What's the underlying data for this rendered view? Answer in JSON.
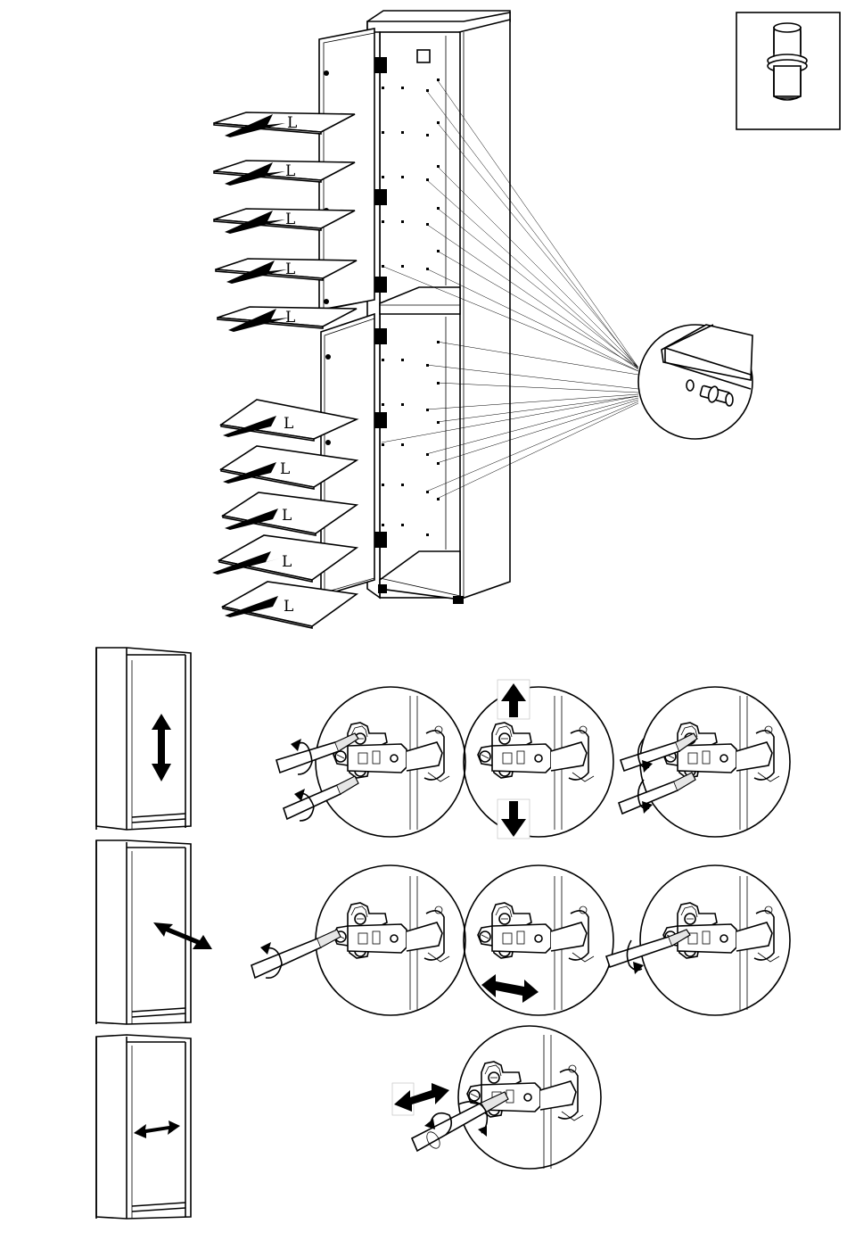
{
  "shelves": {
    "label": "L",
    "count": 10
  },
  "details": {
    "shelf_pin": "shelf-pin",
    "handle": "knob"
  },
  "adjustments": [
    {
      "direction": "vertical"
    },
    {
      "direction": "depth"
    },
    {
      "direction": "lateral"
    }
  ]
}
